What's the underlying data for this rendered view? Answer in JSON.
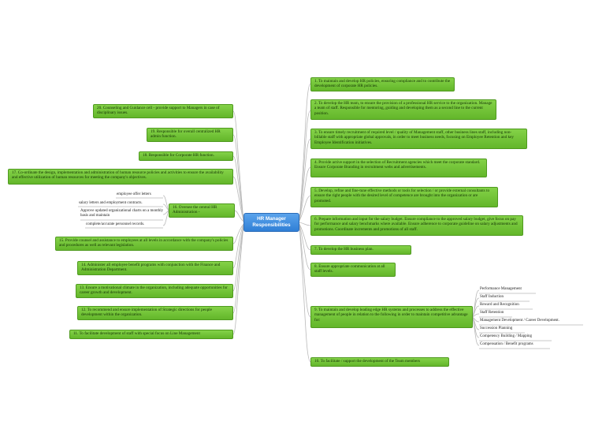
{
  "center": {
    "line1": "HR Manager",
    "line2": "Responsibilities"
  },
  "right_nodes": [
    "1. To maintain and develop HR policies, ensuring compliance and to contribute the development of corporate HR policies.",
    "2. To develop the HR team, to ensure the provision of a professional HR service to the organization. Manage a team of staff. Responsible for mentoring, guiding and developing them as a second line to the current position.",
    "3. To ensure timely recruitment of required level / quality of Management staff, other business lines staff, including non-billable staff with appropriate global approvals, in order to meet business needs, focusing on Employee Retention and key Employee Identification initiatives.",
    "4. Provide active support in the selection of Recruitment agencies which meet the corporate standard. Ensure Corporate Branding in recruitment webs and advertisements.",
    "5. Develop, refine and fine-tune effective methods or tools for selection / or provide external consultants to ensure the right people with the desired level of competence are brought into the organization or are promoted.",
    "6. Prepare information and input for the salary budget. Ensure compliance to the approved salary budget, give focus on pay for performance and salary benchmarks where available. Ensure adherence to corporate guideline on salary adjustments and promotions. Coordinate increments and promotions of all staff.",
    "7. To develop the HR business plan.",
    "8. Ensure appropriate communication at all staff levels.",
    "9. To maintain and develop leading edge HR systems and processes to address the effective management of people in relation to the following in order to maintain competitive advantage for:",
    "10. To facilitate / support the development of the Team members"
  ],
  "node9_leaves": [
    "Performance Management",
    "Staff Induction",
    "Reward and Recognition",
    "Staff Retention",
    "Management Development / Career Development.",
    "Succession Planning",
    "Competency Building / Mapping",
    "Compensation / Benefit programs"
  ],
  "left_nodes": [
    "20. Counseling and Guidance cell - provide support to Managers in case of disciplinary issues.",
    "19. Responsible for overall centralized HR admin function.",
    "18. Responsible for Corporate HR function.",
    "17. Co-ordinate the design, implementation and administration of human resource policies and activities to ensure the availability and effective utilization of human resources for meeting the company's objectives.",
    "16. Oversee the central HR Administration -",
    "15. Provide counsel and assistance to employees at all levels in accordance with the company's policies and procedures as well as relevant legislation.",
    "14. Administer all employee benefit programs with conjunction with the Finance and Administration Department.",
    "13. Ensure a motivational climate in the organization, including adequate opportunities for career growth and development.",
    "12. To recommend and ensure implementation of Strategic directions for people development within the organization.",
    "11. To facilitate development of staff with special focus on Line Management"
  ],
  "node16_leaves": [
    "employee offer letters",
    "salary letters and employment contracts.",
    "Approve updated organizational charts on a monthly basis and maintain",
    "complete/accurate personnel records."
  ],
  "colors": {
    "center": "#3b8de0",
    "node": "#6fc232",
    "link": "#b7b7b7"
  }
}
